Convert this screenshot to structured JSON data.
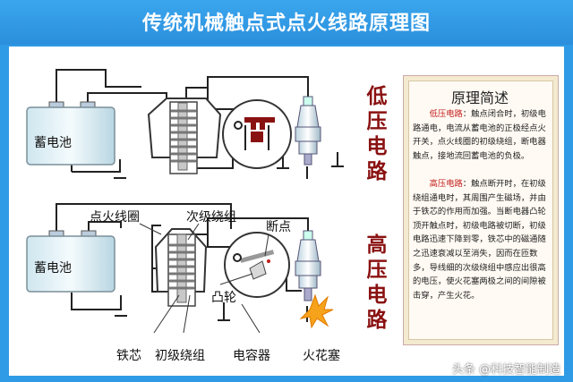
{
  "title": "传统机械触点式点火线路原理图",
  "labels": {
    "battery_top": "蓄电池",
    "battery_bottom": "蓄电池",
    "ignition_coil": "点火线圈",
    "secondary_winding": "次级绕组",
    "breaker_points": "断点",
    "cam": "凸轮",
    "iron_core": "铁芯",
    "primary_winding": "初级绕组",
    "capacitor": "电容器",
    "spark_plug": "火花塞"
  },
  "circuit_names": {
    "low_voltage": [
      "低",
      "压",
      "电",
      "路"
    ],
    "high_voltage": [
      "高",
      "压",
      "电",
      "路"
    ]
  },
  "notes": {
    "heading": "原理简述",
    "low_title": "低压电路",
    "low_text": "：触点闭合时，初级电路通电，电流从蓄电池的正极经点火开关，点火线圈的初级绕组，断电器触点，接地流回蓄电池的负极。",
    "high_title": "高压电路",
    "high_text": "：触点断开时，在初级绕组通电时，其周围产生磁场，并由于铁芯的作用而加强。当断电器凸轮顶开触点时，初级电路被切断，初级电路迅速下降到零，铁芯中的磁通随之迅速衰减以至消失，因而在匝数多，导线细的次级绕组中感应出很高的电压，使火花塞两极之间的间隙被击穿，产生火花。"
  },
  "watermark": "头条 @科技智能制造",
  "colors": {
    "background": "#2f9be6",
    "panel": "#ffffff",
    "circuit_text": "#8a1111",
    "highlight": "#c21b1b",
    "coil": "#9a9a9a",
    "breaker": "#8a1111"
  }
}
